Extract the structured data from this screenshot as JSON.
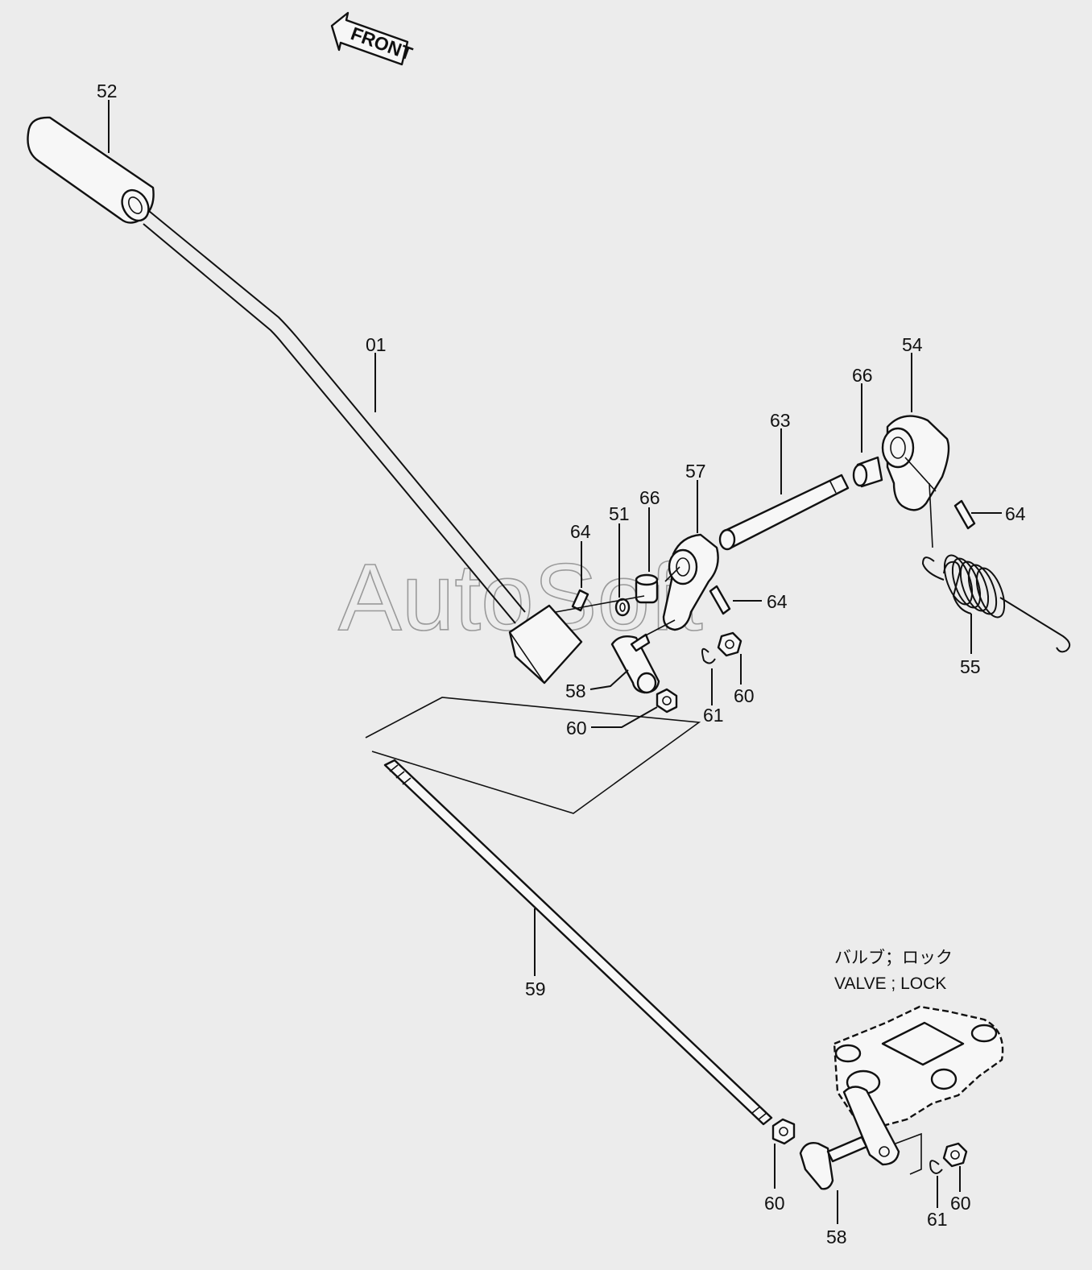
{
  "front_arrow": "FRONT",
  "watermark": "AutoSoft",
  "valve_note": {
    "jp": "バルブ；ロック",
    "en": "VALVE ; LOCK"
  },
  "callouts": {
    "c52": "52",
    "c01": "01",
    "c54": "54",
    "c66a": "66",
    "c63": "63",
    "c57": "57",
    "c66b": "66",
    "c51": "51",
    "c64a": "64",
    "c64b": "64",
    "c64c": "64",
    "c55": "55",
    "c58a": "58",
    "c61a": "61",
    "c60a": "60",
    "c60b": "60",
    "c59": "59",
    "c60c": "60",
    "c58b": "58",
    "c61b": "61",
    "c60d": "60"
  }
}
